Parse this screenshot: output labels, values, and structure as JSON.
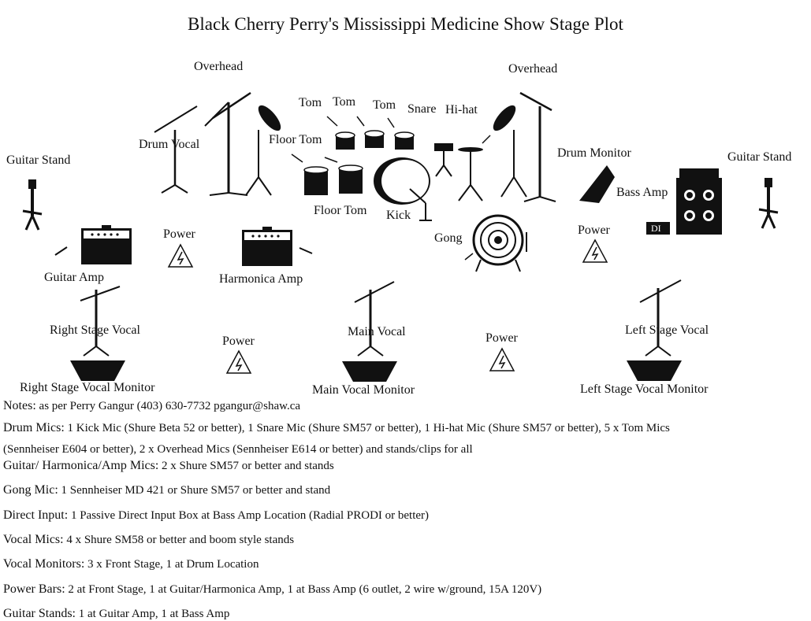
{
  "title": "Black Cherry Perry's Mississippi Medicine Show Stage Plot",
  "stage_labels": {
    "overhead_left": "Overhead",
    "overhead_right": "Overhead",
    "drum_vocal": "Drum Vocal",
    "tom1": "Tom",
    "tom2": "Tom",
    "tom3": "Tom",
    "snare": "Snare",
    "hihat": "Hi-hat",
    "floor_tom_top": "Floor Tom",
    "floor_tom_bottom": "Floor Tom",
    "kick": "Kick",
    "gong": "Gong",
    "guitar_stand_left": "Guitar Stand",
    "guitar_stand_right": "Guitar Stand",
    "drum_monitor": "Drum Monitor",
    "bass_amp": "Bass Amp",
    "di": "DI",
    "guitar_amp": "Guitar Amp",
    "harmonica_amp": "Harmonica Amp",
    "power_1": "Power",
    "power_2": "Power",
    "power_3": "Power",
    "power_4": "Power",
    "right_stage_vocal": "Right Stage Vocal",
    "main_vocal": "Main Vocal",
    "left_stage_vocal": "Left Stage Vocal",
    "right_stage_vocal_monitor": "Right Stage Vocal Monitor",
    "main_vocal_monitor": "Main Vocal Monitor",
    "left_stage_vocal_monitor": "Left Stage Vocal Monitor"
  },
  "notes": {
    "notes_label": "Notes:",
    "notes_value": " as per Perry Gangur (403) 630-7732 pgangur@shaw.ca",
    "drum_label": "Drum Mics:",
    "drum_value": " 1 Kick Mic (Shure Beta 52 or better), 1 Snare Mic (Shure SM57 or better), 1 Hi-hat Mic (Shure SM57 or better), 5 x Tom Mics",
    "drum_value_cont": "(Sennheiser E604 or better), 2 x Overhead Mics (Sennheiser E614 or better) and stands/clips for all",
    "guitar_label": "Guitar/ Harmonica/Amp Mics:",
    "guitar_value": " 2 x Shure SM57 or better and stands",
    "gong_label": "Gong Mic:",
    "gong_value": " 1 Sennheiser MD 421 or Shure SM57 or better and stand",
    "di_label": "Direct Input:",
    "di_value": " 1 Passive Direct Input Box at Bass Amp Location (Radial PRODI or better)",
    "vocal_label": "Vocal Mics:",
    "vocal_value": " 4 x Shure SM58 or better and boom style stands",
    "monitors_label": "Vocal Monitors:",
    "monitors_value": " 3 x Front Stage, 1 at Drum Location",
    "power_label": "Power Bars:",
    "power_value": " 2 at Front Stage, 1 at Guitar/Harmonica Amp,  1 at Bass Amp  (6 outlet, 2 wire w/ground, 15A 120V)",
    "stands_label": "Guitar Stands:",
    "stands_value": " 1 at Guitar Amp, 1 at Bass Amp"
  }
}
